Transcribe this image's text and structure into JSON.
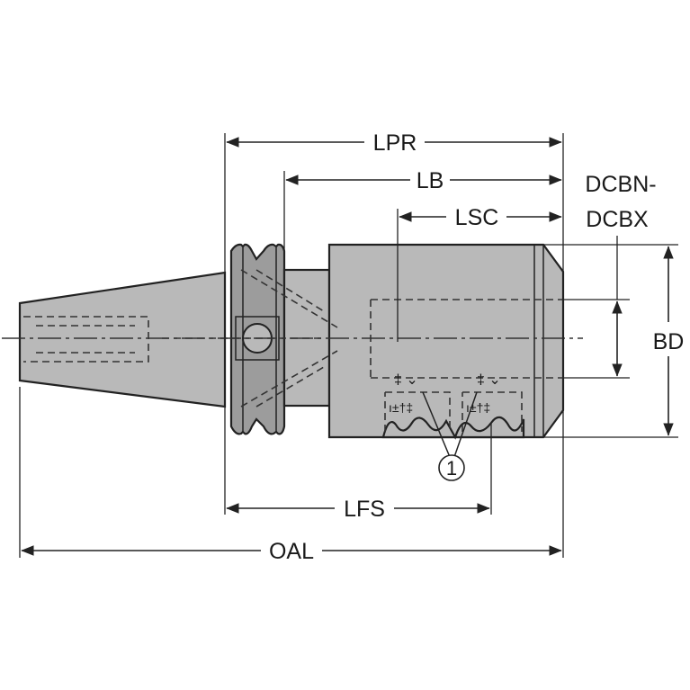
{
  "dimensions": {
    "lpr": "LPR",
    "lb": "LB",
    "lsc": "LSC",
    "dcbn_line1": "DCBN-",
    "dcbn_line2": "DCBX",
    "bd": "BD",
    "lfs": "LFS",
    "oal": "OAL"
  },
  "callout": {
    "number": "1"
  }
}
